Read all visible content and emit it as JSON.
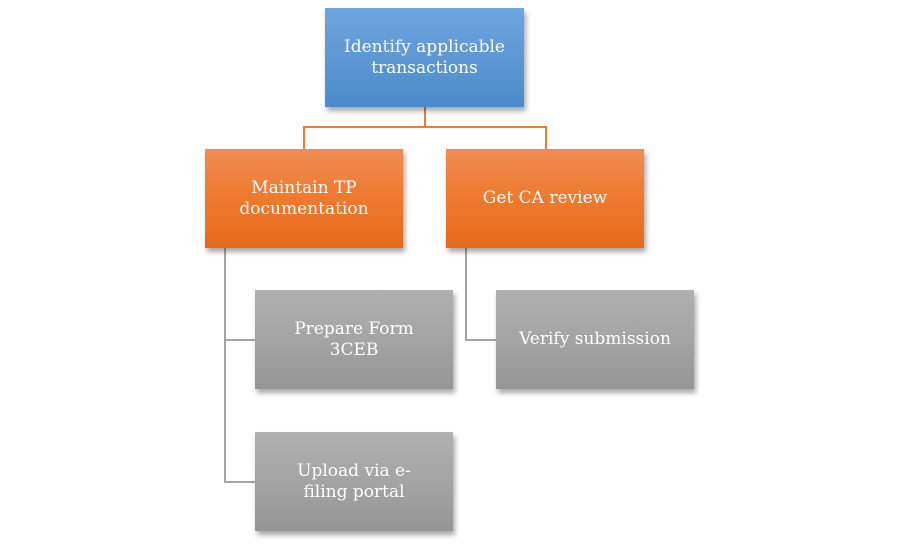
{
  "diagram": {
    "type": "hierarchy",
    "colors": {
      "root": "#5b9bd5",
      "level1": "#ed7d31",
      "level2": "#a5a5a5",
      "connector_level1": "#ed7d31",
      "connector_level2": "#a5a5a5"
    },
    "root": {
      "label": "Identify applicable transactions"
    },
    "branches": [
      {
        "label": "Maintain TP documentation",
        "children": [
          {
            "label": "Prepare Form 3CEB"
          },
          {
            "label": "Upload via e-filing portal"
          }
        ]
      },
      {
        "label": "Get CA review",
        "children": [
          {
            "label": "Verify submission"
          }
        ]
      }
    ]
  }
}
